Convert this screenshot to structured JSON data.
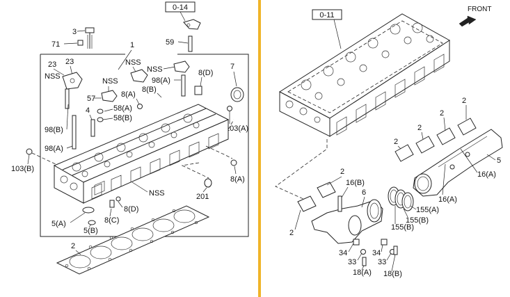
{
  "colors": {
    "divider": "#f0b429",
    "ink": "#222222",
    "background": "#ffffff"
  },
  "left_panel": {
    "ref_box": "0-14",
    "labels": {
      "l3": "3",
      "l71": "71",
      "l1": "1",
      "l59": "59",
      "l23a": "23",
      "l23b": "23",
      "nss_a": "NSS",
      "nss_b": "NSS",
      "nss_c": "NSS",
      "nss_d": "NSS",
      "nss_e": "NSS",
      "l8d_top": "8(D)",
      "l7": "7",
      "l98a_top": "98(A)",
      "l8b_top": "8(B)",
      "l57": "57",
      "l8a_mid": "8(A)",
      "l58a": "58(A)",
      "l58b": "58(B)",
      "l4": "4",
      "l98b": "98(B)",
      "l103a": "103(A)",
      "l98a": "98(A)",
      "l103b": "103(B)",
      "l8a_right": "8(A)",
      "l201": "201",
      "l8d_bottom": "8(D)",
      "l5a": "5(A)",
      "l8c": "8(C)",
      "l5b": "5(B)",
      "l2": "2"
    }
  },
  "right_panel": {
    "ref_box": "0-11",
    "front_label": "FRONT",
    "labels": {
      "r2a": "2",
      "r2b": "2",
      "r2c": "2",
      "r2d": "2",
      "r2e": "2",
      "r2f": "2",
      "r5": "5",
      "r16a_1": "16(A)",
      "r16a_2": "16(A)",
      "r16b": "16(B)",
      "r6": "6",
      "r155a": "155(A)",
      "r155b_1": "155(B)",
      "r155b_2": "155(B)",
      "r34a": "34",
      "r34b": "34",
      "r33a": "33",
      "r33b": "33",
      "r18a": "18(A)",
      "r18b": "18(B)"
    }
  }
}
